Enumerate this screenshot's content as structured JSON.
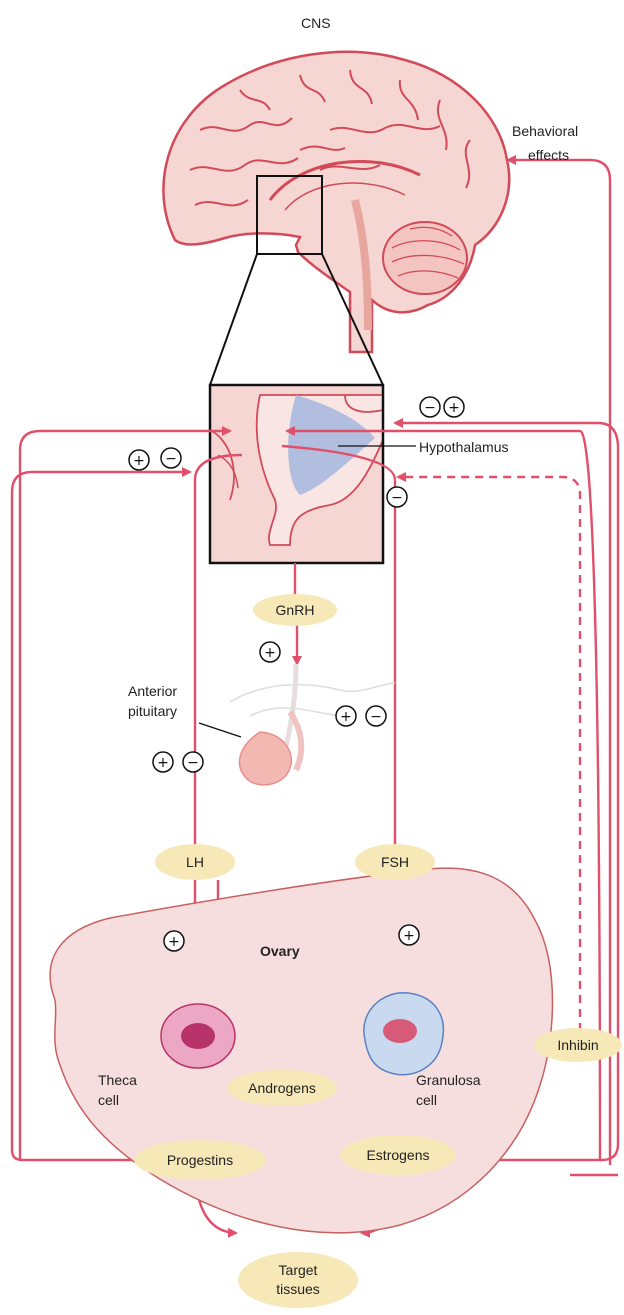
{
  "labels": {
    "cns": "CNS",
    "behavioral_line1": "Behavioral",
    "behavioral_line2": "effects",
    "hypothalamus": "Hypothalamus",
    "anterior_line1": "Anterior",
    "anterior_line2": "pituitary",
    "ovary": "Ovary",
    "theca_line1": "Theca",
    "theca_line2": "cell",
    "granulosa_line1": "Granulosa",
    "granulosa_line2": "cell"
  },
  "hormones": {
    "gnrh": "GnRH",
    "lh": "LH",
    "fsh": "FSH",
    "inhibin": "Inhibin",
    "androgens": "Androgens",
    "progestins": "Progestins",
    "estrogens": "Estrogens",
    "target_line1": "Target",
    "target_line2": "tissues"
  },
  "signs": {
    "plus": "+",
    "minus": "−"
  },
  "colors": {
    "arrow": "#e0506a",
    "pill": "#f7e8b8",
    "brain": "#f6d6d3",
    "brain_line": "#d24a58",
    "hypothalamus_region": "#a9b9de",
    "ovary_fill": "#f7dede",
    "theca_fill": "#eba7c3",
    "theca_nucleus": "#b8336a",
    "granulosa_fill": "#c9d9f0",
    "pituitary": "#f4b8b3"
  }
}
